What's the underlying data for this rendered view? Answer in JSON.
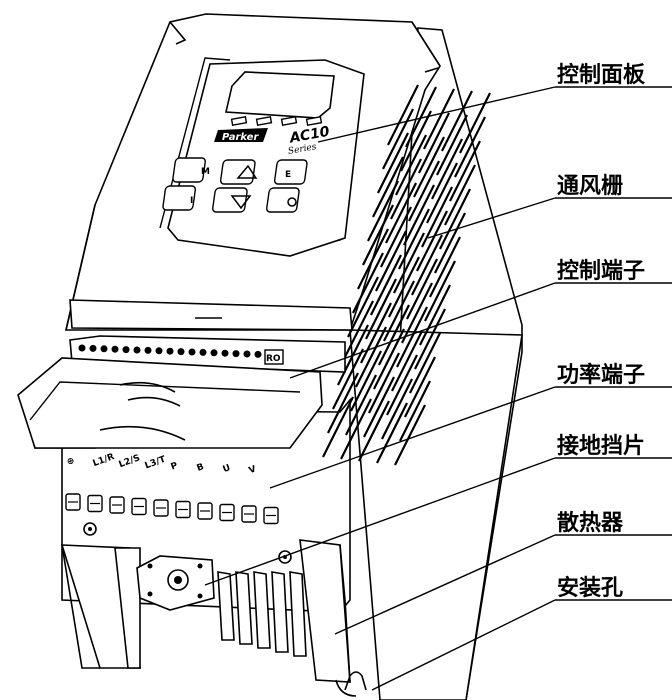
{
  "labels": {
    "control_panel": "控制面板",
    "vent_grille": "通风栅",
    "control_terminal": "控制端子",
    "power_terminal": "功率端子",
    "ground_plate": "接地挡片",
    "heatsink": "散热器",
    "mounting_hole": "安装孔"
  },
  "panel": {
    "brand": "Parker",
    "model": "AC10",
    "script": "Series"
  },
  "terminals": {
    "markings": [
      "⊕",
      "L1/R",
      "L2/S",
      "L3/T",
      "P",
      "B",
      "U",
      "V"
    ],
    "relay": "RO"
  }
}
